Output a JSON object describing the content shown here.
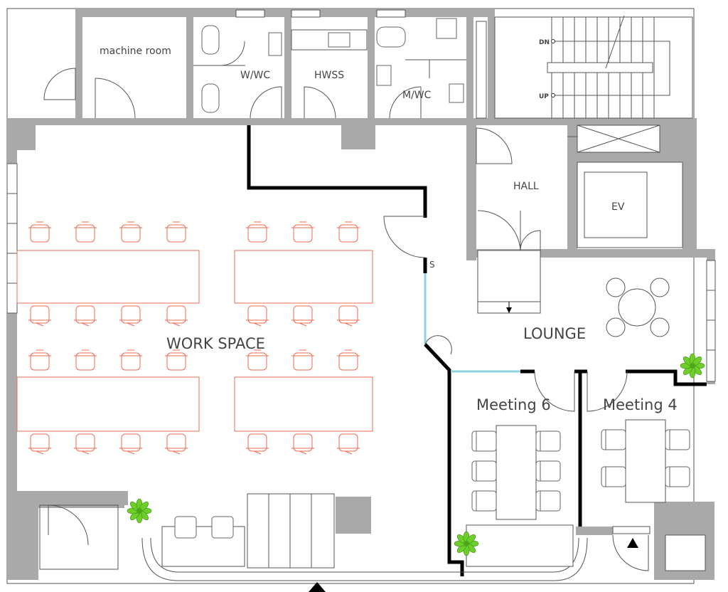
{
  "labels": {
    "machine_room": "machine room",
    "w_wc": "W/WC",
    "hwss": "HWSS",
    "m_wc": "M/WC",
    "hall": "HALL",
    "ev": "EV",
    "work_space": "WORK SPACE",
    "lounge": "LOUNGE",
    "meeting6": "Meeting 6",
    "meeting4": "Meeting 4",
    "door_s": "S",
    "stair_dn": "DN",
    "stair_up": "UP"
  },
  "colors": {
    "wall": "#a9a9a9",
    "workspace_furniture": "#ef6b4f",
    "glass_partition": "#8fd3e0",
    "plant": "#6ecf2a"
  },
  "icons": [
    "plant-icon",
    "entrance-arrow-icon"
  ]
}
